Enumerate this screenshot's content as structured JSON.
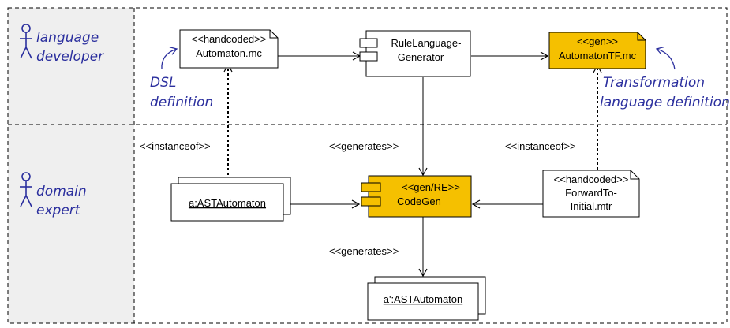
{
  "lanes": {
    "top": {
      "actor_line1": "language",
      "actor_line2": "developer"
    },
    "bottom": {
      "actor_line1": "domain",
      "actor_line2": "expert"
    }
  },
  "nodes": {
    "automaton_mc": {
      "stereotype": "<<handcoded>>",
      "name": "Automaton.mc"
    },
    "rule_gen": {
      "line1": "RuleLanguage-",
      "line2": "Generator"
    },
    "automaton_tf": {
      "stereotype": "<<gen>>",
      "name": "AutomatonTF.mc",
      "fill": "#f5c000"
    },
    "ast_automaton": {
      "name": "a:ASTAutomaton"
    },
    "codegen": {
      "stereotype": "<<gen/RE>>",
      "name": "CodeGen",
      "fill": "#f5c000"
    },
    "forward_mtr": {
      "stereotype": "<<handcoded>>",
      "line1": "ForwardTo-",
      "line2": "Initial.mtr"
    },
    "ast_automaton_out": {
      "name": "a':ASTAutomaton"
    }
  },
  "edge_labels": {
    "instanceof_left": "<<instanceof>>",
    "generates_top": "<<generates>>",
    "instanceof_right": "<<instanceof>>",
    "generates_bottom": "<<generates>>"
  },
  "notes": {
    "dsl_line1": "DSL",
    "dsl_line2": "definition",
    "tl_line1": "Transformation",
    "tl_line2": "language definition"
  },
  "colors": {
    "gen_fill": "#f5c000",
    "lane_fill": "#efefef",
    "handwriting": "#2b2f9e"
  }
}
